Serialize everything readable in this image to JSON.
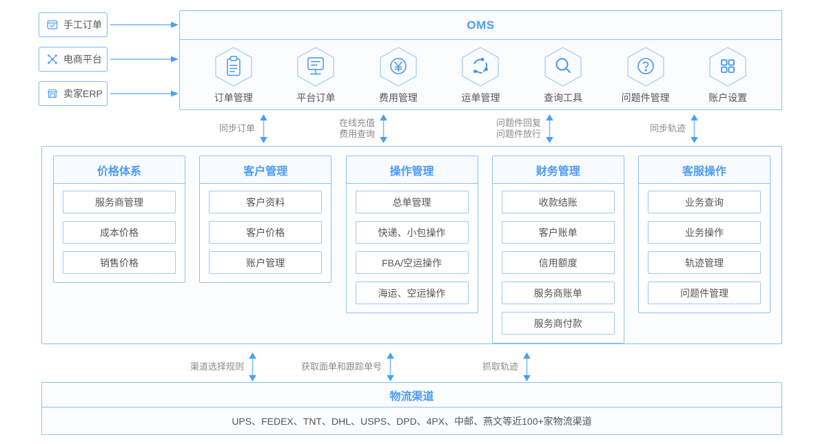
{
  "sources": [
    {
      "label": "手工订单",
      "icon": "calendar-check-icon"
    },
    {
      "label": "电商平台",
      "icon": "network-nodes-icon"
    },
    {
      "label": "卖家ERP",
      "icon": "storefront-icon"
    }
  ],
  "oms": {
    "title": "OMS",
    "items": [
      {
        "label": "订单管理",
        "icon": "clipboard-icon"
      },
      {
        "label": "平台订单",
        "icon": "monitor-icon"
      },
      {
        "label": "费用管理",
        "icon": "yen-circle-icon"
      },
      {
        "label": "运单管理",
        "icon": "tracking-refresh-icon"
      },
      {
        "label": "查询工具",
        "icon": "search-icon"
      },
      {
        "label": "问题件管理",
        "icon": "question-circle-icon"
      },
      {
        "label": "账户设置",
        "icon": "grid-apps-icon"
      }
    ]
  },
  "connectors_top": [
    {
      "lines": [
        "同步订单"
      ]
    },
    {
      "lines": [
        "在线充值",
        "费用查询"
      ]
    },
    {
      "lines": [
        "问题件回复",
        "问题件放行"
      ]
    },
    {
      "lines": [
        "同步轨迹"
      ]
    }
  ],
  "middle": {
    "columns": [
      {
        "title": "价格体系",
        "items": [
          "服务商管理",
          "成本价格",
          "销售价格"
        ]
      },
      {
        "title": "客户管理",
        "items": [
          "客户资料",
          "客户价格",
          "账户管理"
        ]
      },
      {
        "title": "操作管理",
        "items": [
          "总单管理",
          "快递、小包操作",
          "FBA/空运操作",
          "海运、空运操作"
        ]
      },
      {
        "title": "财务管理",
        "items": [
          "收款结账",
          "客户账单",
          "信用额度",
          "服务商账单",
          "服务商付款"
        ]
      },
      {
        "title": "客服操作",
        "items": [
          "业务查询",
          "业务操作",
          "轨迹管理",
          "问题件管理"
        ]
      }
    ]
  },
  "connectors_bottom": [
    {
      "lines": [
        "渠道选择规则"
      ]
    },
    {
      "lines": [
        "获取面单和跟踪单号"
      ]
    },
    {
      "lines": [
        "抓取轨迹"
      ]
    }
  ],
  "bottom": {
    "title": "物流渠道",
    "description": "UPS、FEDEX、TNT、DHL、USPS、DPD、4PX、中邮、燕文等近100+家物流渠道"
  },
  "colors": {
    "accent": "#4D9BF5",
    "border": "#8CC0F8",
    "text": "#555555",
    "muted": "#8a8a8a"
  }
}
